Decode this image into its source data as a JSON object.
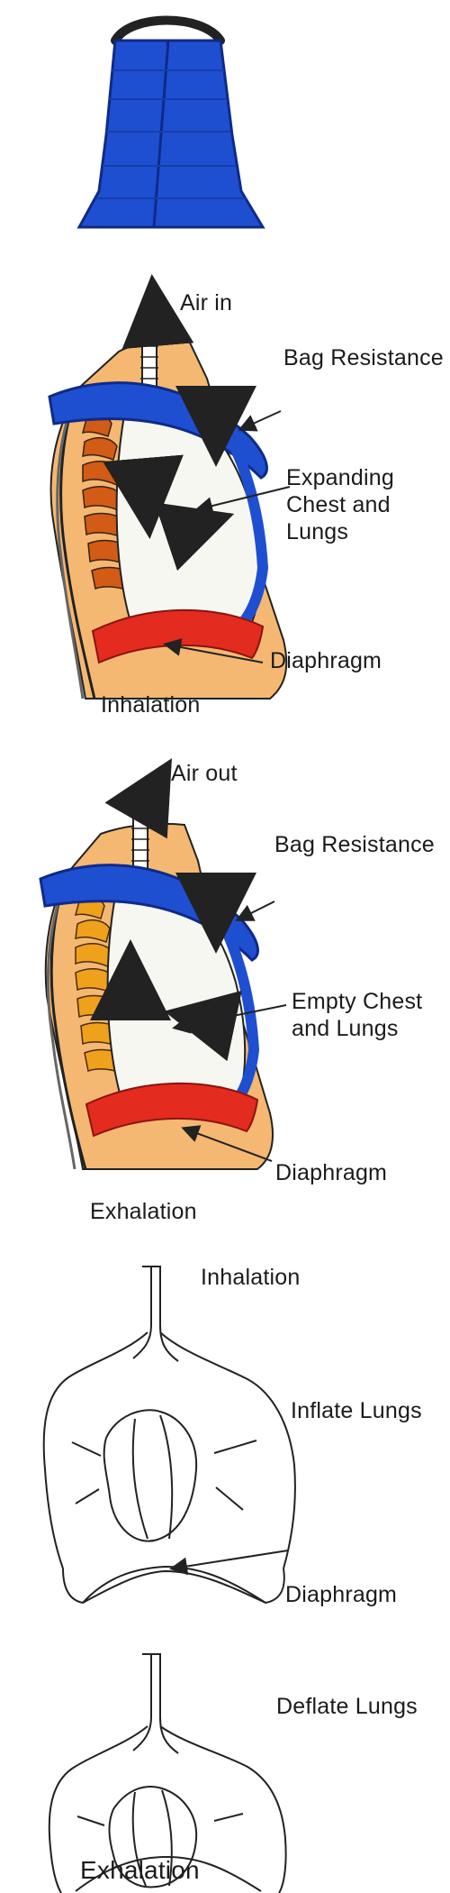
{
  "labels": {
    "air_in": "Air in",
    "bag_resistance_1": "Bag Resistance",
    "expanding": "Expanding Chest and Lungs",
    "diaphragm_1": "Diaphragm",
    "inhalation_1": "Inhalation",
    "air_out": "Air out",
    "bag_resistance_2": "Bag Resistance",
    "empty": "Empty Chest and Lungs",
    "diaphragm_2": "Diaphragm",
    "exhalation_1": "Exhalation",
    "inhalation_2": "Inhalation",
    "inflate": "Inflate Lungs",
    "diaphragm_3": "Diaphragm",
    "deflate": "Deflate Lungs",
    "exhalation_2": "Exhalation"
  },
  "colors": {
    "bag_blue": "#1f4fd1",
    "bag_dark": "#0f2a88",
    "diaphragm_red": "#e32b1f",
    "rib_orange": "#d25b16",
    "rib_yellow": "#f0a11c",
    "tissue_tan": "#f4b872",
    "outline": "#222222"
  }
}
